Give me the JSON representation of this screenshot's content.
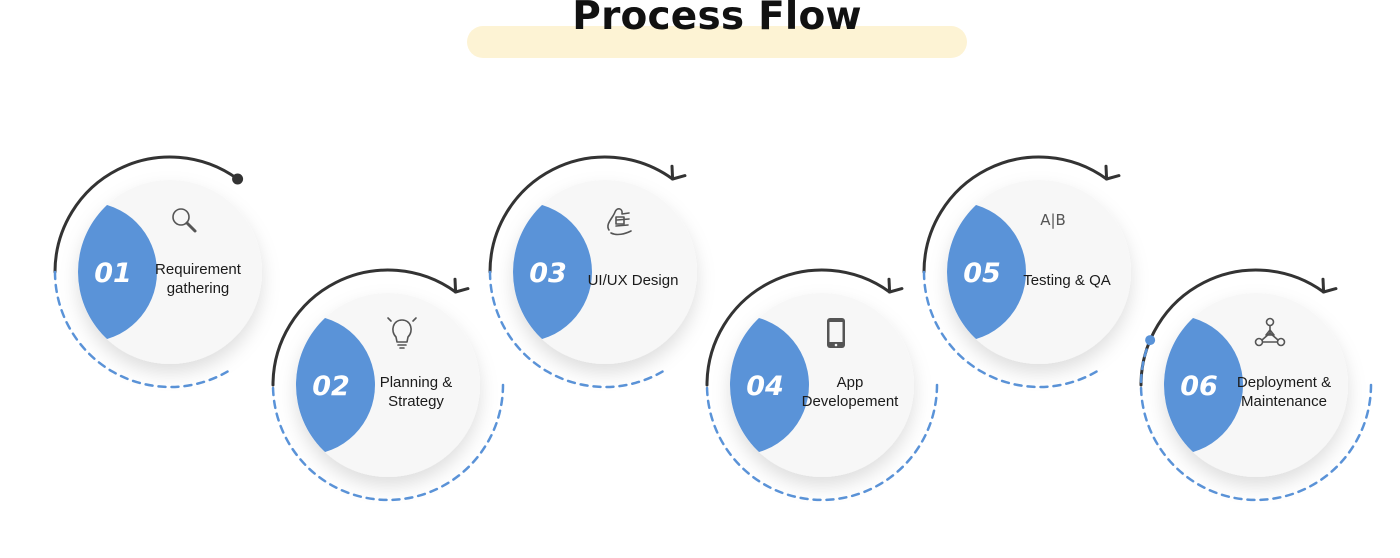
{
  "title": "Process Flow",
  "colors": {
    "accent": "#5a93d8",
    "arc": "#333333",
    "card": "#f7f7f7",
    "title_highlight": "#fdf3d4"
  },
  "steps": [
    {
      "number": "01",
      "label_lines": [
        "Requirement",
        "gathering"
      ],
      "icon": "magnifier-icon"
    },
    {
      "number": "02",
      "label_lines": [
        "Planning &",
        "Strategy"
      ],
      "icon": "lightbulb-icon"
    },
    {
      "number": "03",
      "label_lines": [
        "UI/UX Design"
      ],
      "icon": "design-hand-icon"
    },
    {
      "number": "04",
      "label_lines": [
        "App",
        "Developement"
      ],
      "icon": "smartphone-icon"
    },
    {
      "number": "05",
      "label_lines": [
        "Testing & QA"
      ],
      "icon": "ab-test-icon",
      "icon_text": "A|B"
    },
    {
      "number": "06",
      "label_lines": [
        "Deployment &",
        "Maintenance"
      ],
      "icon": "network-nodes-icon"
    }
  ]
}
